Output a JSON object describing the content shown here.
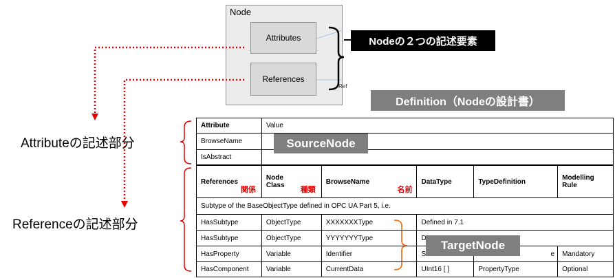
{
  "node": {
    "title": "Node",
    "attributes_label": "Attributes",
    "references_label": "References",
    "ref_fragment": "Ref"
  },
  "callout": "Nodeの２つの記述要素",
  "definition_label": "Definition（Nodeの設計書）",
  "side_labels": {
    "attribute": "Attributeの記述部分",
    "reference": "Referenceの記述部分"
  },
  "attr_table": {
    "header": [
      "Attribute",
      "Value"
    ],
    "rows": [
      [
        "BrowseName",
        ""
      ],
      [
        "IsAbstract",
        ""
      ]
    ]
  },
  "ref_table": {
    "headers": {
      "references": "References",
      "references_jp": "関係",
      "node_class_1": "Node",
      "node_class_2": "Class",
      "node_class_jp": "種類",
      "browse_name": "BrowseName",
      "browse_name_jp": "名前",
      "data_type": "DataType",
      "type_definition": "TypeDefinition",
      "modelling_1": "Modelling",
      "modelling_2": "Rule"
    },
    "subtype_row": "Subtype of the BaseObjectType defined in OPC UA Part 5, i.e.",
    "rows": [
      [
        "HasSubtype",
        "ObjectType",
        "XXXXXXXType",
        "Defined in 7.1",
        "",
        ""
      ],
      [
        "HasSubtype",
        "ObjectType",
        "YYYYYYYType",
        "D",
        "",
        ""
      ],
      [
        "HasProperty",
        "Variable",
        "Identifier",
        "S",
        "e",
        "Mandatory"
      ],
      [
        "HasComponent",
        "Variable",
        "CurrentData",
        "UInt16 [ ]",
        "PropertyType",
        "Optional"
      ]
    ]
  },
  "overlays": {
    "source_node": "SourceNode",
    "target_node": "TargetNode"
  },
  "colors": {
    "arrow": "#e60000",
    "label_bg": "#7f7f7f",
    "callout_bg": "#000000"
  }
}
